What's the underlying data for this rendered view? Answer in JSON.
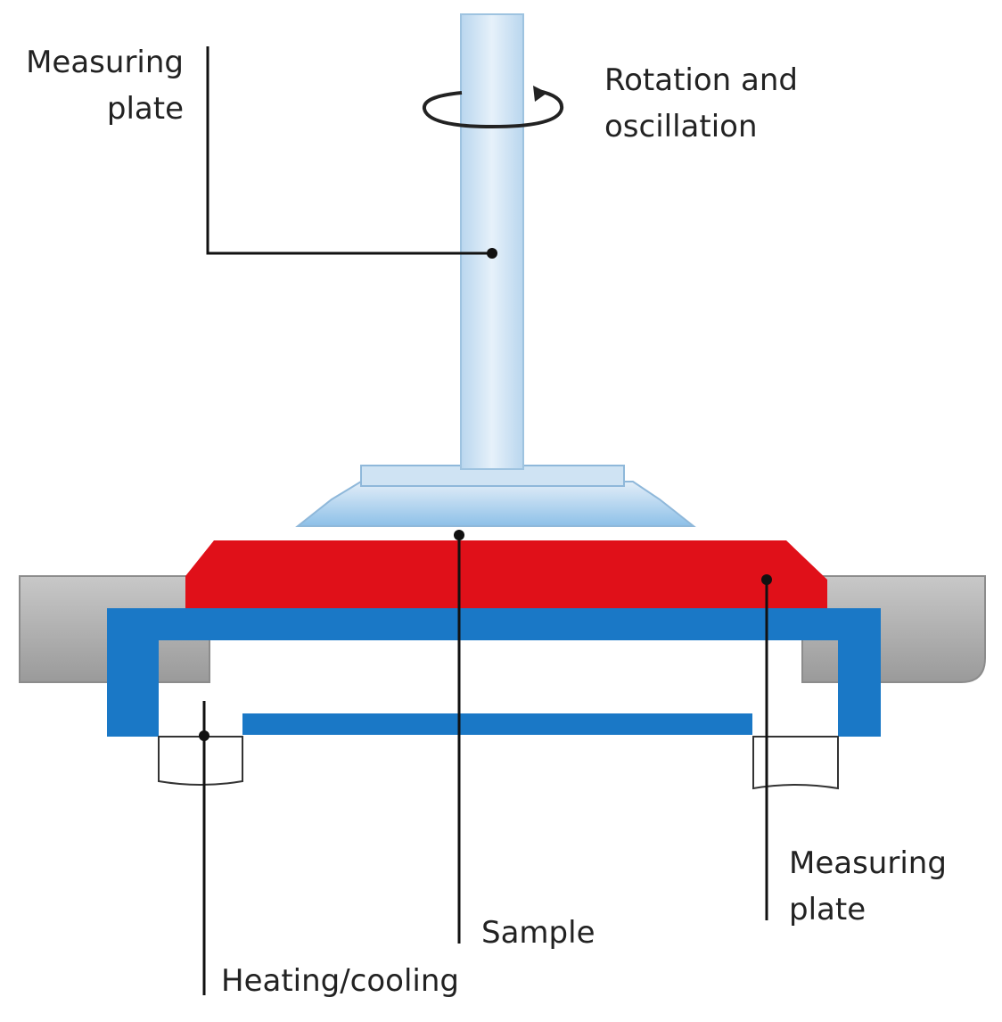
{
  "labels": {
    "measuring_plate_top": [
      "Measuring",
      "plate"
    ],
    "rotation": [
      "Rotation and",
      "oscillation"
    ],
    "measuring_plate_bottom": [
      "Measuring",
      "plate"
    ],
    "sample": "Sample",
    "heating_cooling": "Heating/cooling"
  },
  "colors": {
    "shaft": "#cfe3f3",
    "shaft_edge": "#9ec3e0",
    "sample": "#e01019",
    "heater_frame": "#1a78c6",
    "housing": "#b9b9b9",
    "leader": "#111111"
  }
}
